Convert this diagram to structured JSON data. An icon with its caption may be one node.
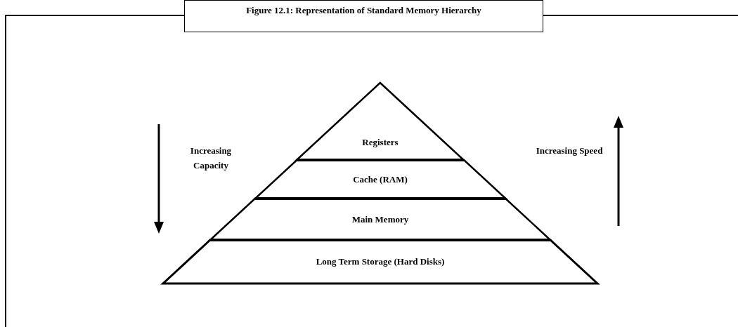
{
  "diagram": {
    "title": "Figure 12.1: Representation of Standard Memory Hierarchy",
    "nodes": [
      {
        "text": [
          "Registers"
        ]
      },
      {
        "text": [
          "Cache (RAM)"
        ]
      },
      {
        "text": [
          "Main Memory"
        ]
      },
      {
        "text": [
          "Long Term Storage (Hard Disks)"
        ]
      }
    ],
    "labels": [
      "Increasing Capacity",
      "Increasing Speed"
    ]
  }
}
